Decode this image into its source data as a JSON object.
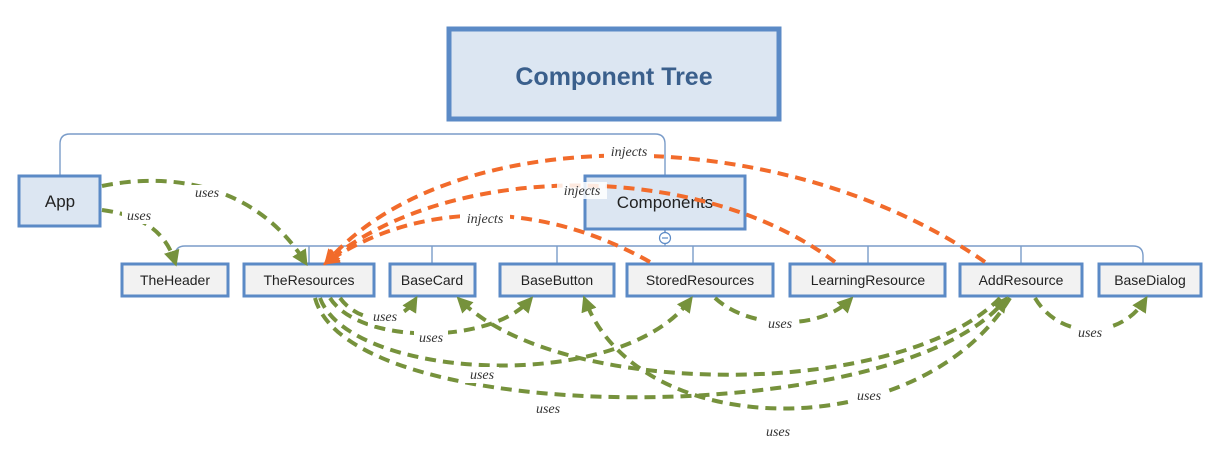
{
  "title": "Component Tree",
  "nodes": {
    "app": "App",
    "components": "Components",
    "the_header": "TheHeader",
    "the_resources": "TheResources",
    "base_card": "BaseCard",
    "base_button": "BaseButton",
    "stored_resources": "StoredResources",
    "learning_resource": "LearningResource",
    "add_resource": "AddResource",
    "base_dialog": "BaseDialog"
  },
  "collapse_symbol": "⊖",
  "edge_labels": {
    "uses": "uses",
    "injects": "injects"
  },
  "colors": {
    "uses": "#76923c",
    "injects": "#f26b2b",
    "node_border": "#5b8ac6",
    "node_fill": "#dce6f2"
  }
}
